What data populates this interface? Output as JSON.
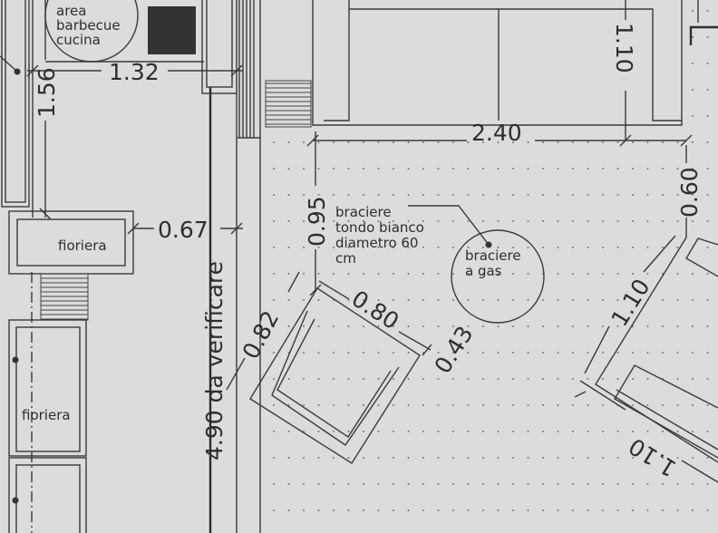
{
  "drawing": {
    "labels": {
      "bbq_area": [
        "area",
        "barbecue",
        "cucina"
      ],
      "planter_top": "fioriera",
      "planter_bottom": "fioriera",
      "brazier_note": [
        "braciere",
        "tondo bianco",
        "diametro 60",
        "cm"
      ],
      "gas_brazier": [
        "braciere",
        "a gas"
      ]
    },
    "dimensions": {
      "d132": "1.32",
      "d156": "1.56",
      "d067": "0.67",
      "d490": "4.90 da verificare",
      "d095": "0.95",
      "d240": "2.40",
      "d110_top": "1.10",
      "d060": "0.60",
      "d082": "0.82",
      "d080": "0.80",
      "d043": "0.43",
      "d110_right": "1.10",
      "d110_bottom": "1.10"
    },
    "colors": {
      "background": "#dcdcdc",
      "line": "#333333"
    }
  }
}
